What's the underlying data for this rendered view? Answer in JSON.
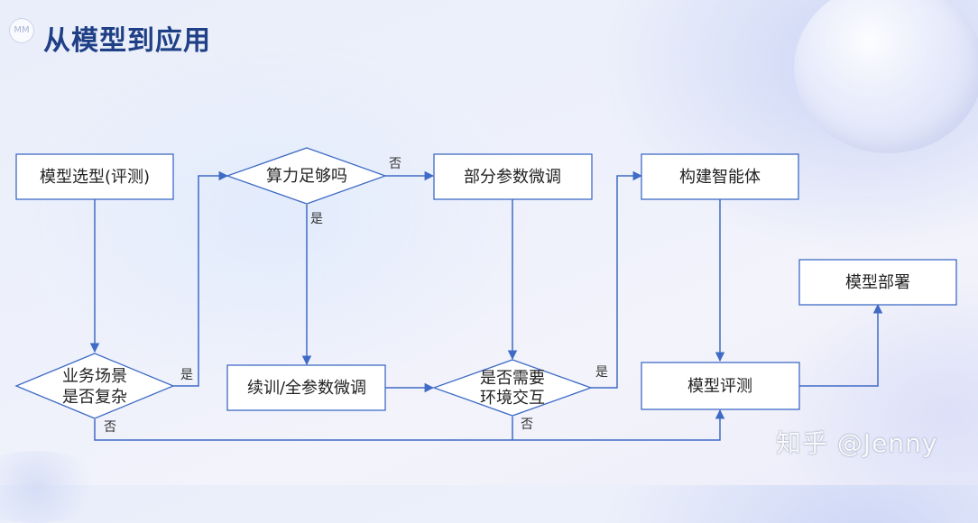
{
  "title": "从模型到应用",
  "logo": "MM",
  "watermark": "知乎 @Jenny",
  "nodes": {
    "model_select": "模型选型(评测)",
    "compute": "算力足够吗",
    "partial_ft": "部分参数微调",
    "build_agent": "构建智能体",
    "deploy": "模型部署",
    "business": [
      "业务场景",
      "是否复杂"
    ],
    "full_ft": "续训/全参数微调",
    "env": [
      "是否需要",
      "环境交互"
    ],
    "eval": "模型评测"
  },
  "edges": {
    "compute_no": "否",
    "compute_yes": "是",
    "business_yes": "是",
    "business_no": "否",
    "env_yes": "是",
    "env_no": "否"
  },
  "colors": {
    "accent": "#3f6bc6",
    "title": "#1f3f86"
  }
}
